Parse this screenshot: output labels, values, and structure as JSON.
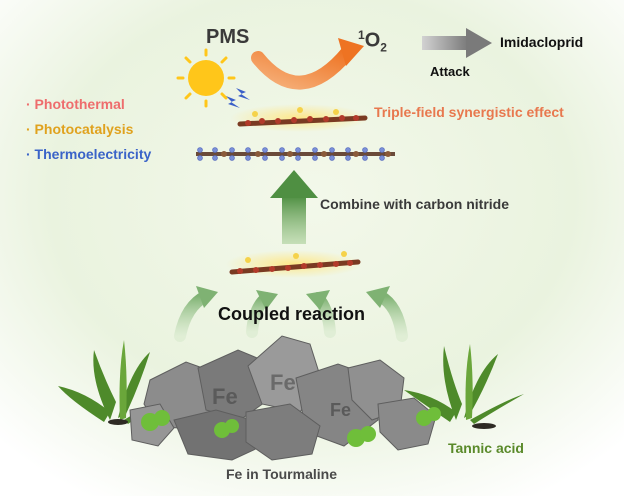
{
  "labels": {
    "pms": "PMS",
    "singlet_oxygen_sup": "1",
    "singlet_oxygen": "O",
    "singlet_oxygen_sub": "2",
    "target": "Imidacloprid",
    "attack": "Attack",
    "synergy": "Triple-field synergistic effect",
    "combine": "Combine with carbon nitride",
    "coupled": "Coupled reaction",
    "fe_source": "Fe in Tourmaline",
    "tannic": "Tannic acid",
    "rock_fe": "Fe"
  },
  "features": [
    {
      "text": "· Photothermal",
      "color": "#ee6d6d"
    },
    {
      "text": "· Photocatalysis",
      "color": "#e0a21e"
    },
    {
      "text": "· Thermoelectricity",
      "color": "#3a63c8"
    }
  ],
  "colors": {
    "pms_arrow": "#f08a3c",
    "up_arrow": "#5f9e52",
    "soft_arrow": "#93c08a",
    "grey_arrow": "#8a8a8a",
    "synergy_gradient": [
      "#f0a040",
      "#f07070",
      "#b070c0"
    ],
    "tannic": "#5a8a2a"
  }
}
